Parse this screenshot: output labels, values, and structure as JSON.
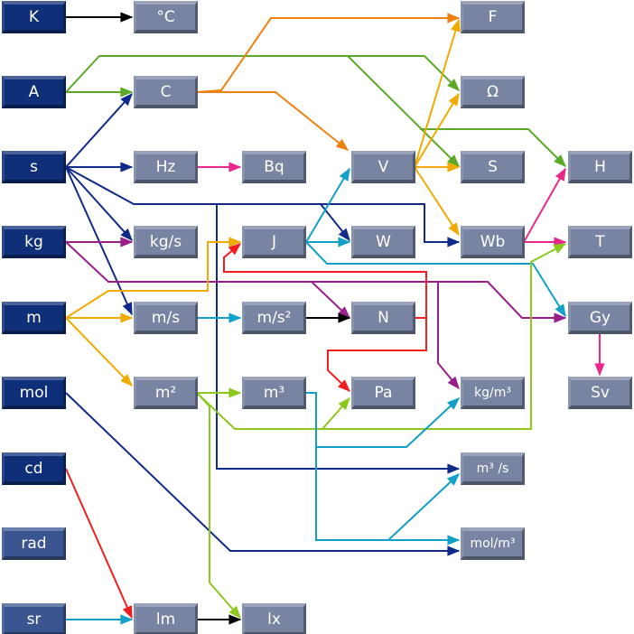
{
  "colors": {
    "base": "#0f2f78",
    "base_supplementary": "#3a5590",
    "derived": "#7884a2",
    "black": "#000000",
    "green": "#5aaa28",
    "orange": "#f08010",
    "navy": "#102a8a",
    "pink": "#e8288a",
    "purple": "#9a1e8a",
    "yellow": "#f0aa00",
    "cyan": "#10a0c8",
    "red": "#f01e1e",
    "lime": "#8cc81e"
  },
  "nodes": [
    {
      "id": "K",
      "label": "K",
      "kind": "base"
    },
    {
      "id": "A",
      "label": "A",
      "kind": "base"
    },
    {
      "id": "s",
      "label": "s",
      "kind": "base"
    },
    {
      "id": "kg",
      "label": "kg",
      "kind": "base"
    },
    {
      "id": "m",
      "label": "m",
      "kind": "base"
    },
    {
      "id": "mol",
      "label": "mol",
      "kind": "base"
    },
    {
      "id": "cd",
      "label": "cd",
      "kind": "base"
    },
    {
      "id": "rad",
      "label": "rad",
      "kind": "base2"
    },
    {
      "id": "sr",
      "label": "sr",
      "kind": "base2"
    },
    {
      "id": "degC",
      "label": "°C",
      "kind": "derived"
    },
    {
      "id": "C",
      "label": "C",
      "kind": "derived"
    },
    {
      "id": "Hz",
      "label": "Hz",
      "kind": "derived"
    },
    {
      "id": "kgs",
      "label": "kg/s",
      "kind": "derived"
    },
    {
      "id": "ms",
      "label": "m/s",
      "kind": "derived"
    },
    {
      "id": "m2",
      "label": "m²",
      "kind": "derived"
    },
    {
      "id": "lm",
      "label": "lm",
      "kind": "derived"
    },
    {
      "id": "Bq",
      "label": "Bq",
      "kind": "derived"
    },
    {
      "id": "J",
      "label": "J",
      "kind": "derived"
    },
    {
      "id": "ms2",
      "label": "m/s²",
      "kind": "derived"
    },
    {
      "id": "m3",
      "label": "m³",
      "kind": "derived"
    },
    {
      "id": "lx",
      "label": "lx",
      "kind": "derived"
    },
    {
      "id": "V",
      "label": "V",
      "kind": "derived"
    },
    {
      "id": "W",
      "label": "W",
      "kind": "derived"
    },
    {
      "id": "N",
      "label": "N",
      "kind": "derived"
    },
    {
      "id": "Pa",
      "label": "Pa",
      "kind": "derived"
    },
    {
      "id": "F",
      "label": "F",
      "kind": "derived"
    },
    {
      "id": "Ohm",
      "label": "Ω",
      "kind": "derived"
    },
    {
      "id": "S",
      "label": "S",
      "kind": "derived"
    },
    {
      "id": "Wb",
      "label": "Wb",
      "kind": "derived"
    },
    {
      "id": "kgm3",
      "label": "kg/m³",
      "kind": "derived"
    },
    {
      "id": "m3s",
      "label": "m³ /s",
      "kind": "derived"
    },
    {
      "id": "molm3",
      "label": "mol/m³",
      "kind": "derived"
    },
    {
      "id": "H",
      "label": "H",
      "kind": "derived"
    },
    {
      "id": "T",
      "label": "T",
      "kind": "derived"
    },
    {
      "id": "Gy",
      "label": "Gy",
      "kind": "derived"
    },
    {
      "id": "Sv",
      "label": "Sv",
      "kind": "derived"
    }
  ],
  "edges": [
    {
      "from": "K",
      "to": "degC",
      "color": "black"
    },
    {
      "from": "A",
      "to": "C",
      "color": "green"
    },
    {
      "from": "A",
      "to": "Ohm",
      "color": "green"
    },
    {
      "from": "A",
      "to": "S",
      "color": "green"
    },
    {
      "from": "A",
      "to": "H",
      "color": "green"
    },
    {
      "from": "C",
      "to": "F",
      "color": "orange"
    },
    {
      "from": "C",
      "to": "V",
      "color": "orange"
    },
    {
      "from": "s",
      "to": "C",
      "color": "navy"
    },
    {
      "from": "s",
      "to": "Hz",
      "color": "navy"
    },
    {
      "from": "s",
      "to": "kgs",
      "color": "navy"
    },
    {
      "from": "s",
      "to": "ms",
      "color": "navy"
    },
    {
      "from": "s",
      "to": "W",
      "color": "navy"
    },
    {
      "from": "s",
      "to": "Wb",
      "color": "navy"
    },
    {
      "from": "s",
      "to": "m3s",
      "color": "navy"
    },
    {
      "from": "mol",
      "to": "molm3",
      "color": "navy"
    },
    {
      "from": "Hz",
      "to": "Bq",
      "color": "pink"
    },
    {
      "from": "kg",
      "to": "kgs",
      "color": "purple"
    },
    {
      "from": "kg",
      "to": "N",
      "color": "purple"
    },
    {
      "from": "kg",
      "to": "Gy",
      "color": "purple"
    },
    {
      "from": "kg",
      "to": "kgm3",
      "color": "purple"
    },
    {
      "from": "m",
      "to": "ms",
      "color": "yellow"
    },
    {
      "from": "m",
      "to": "m2",
      "color": "yellow"
    },
    {
      "from": "m",
      "to": "J",
      "color": "yellow"
    },
    {
      "from": "ms",
      "to": "ms2",
      "color": "cyan"
    },
    {
      "from": "ms2",
      "to": "N",
      "color": "black"
    },
    {
      "from": "N",
      "to": "J",
      "color": "red"
    },
    {
      "from": "N",
      "to": "Pa",
      "color": "red"
    },
    {
      "from": "J",
      "to": "V",
      "color": "cyan"
    },
    {
      "from": "J",
      "to": "W",
      "color": "cyan"
    },
    {
      "from": "J",
      "to": "Gy",
      "color": "cyan"
    },
    {
      "from": "V",
      "to": "F",
      "color": "yellow"
    },
    {
      "from": "V",
      "to": "Ohm",
      "color": "yellow"
    },
    {
      "from": "V",
      "to": "S",
      "color": "yellow"
    },
    {
      "from": "V",
      "to": "Wb",
      "color": "yellow"
    },
    {
      "from": "Wb",
      "to": "H",
      "color": "pink"
    },
    {
      "from": "Wb",
      "to": "T",
      "color": "pink"
    },
    {
      "from": "Gy",
      "to": "Sv",
      "color": "pink"
    },
    {
      "from": "m2",
      "to": "m3",
      "color": "lime"
    },
    {
      "from": "m2",
      "to": "Pa",
      "color": "lime"
    },
    {
      "from": "m2",
      "to": "T",
      "color": "lime"
    },
    {
      "from": "m2",
      "to": "lx",
      "color": "lime"
    },
    {
      "from": "m3",
      "to": "kgm3",
      "color": "cyan"
    },
    {
      "from": "m3",
      "to": "m3s",
      "color": "cyan"
    },
    {
      "from": "m3",
      "to": "molm3",
      "color": "cyan"
    },
    {
      "from": "cd",
      "to": "lm",
      "color": "red"
    },
    {
      "from": "sr",
      "to": "lm",
      "color": "cyan"
    },
    {
      "from": "lm",
      "to": "lx",
      "color": "black"
    }
  ]
}
